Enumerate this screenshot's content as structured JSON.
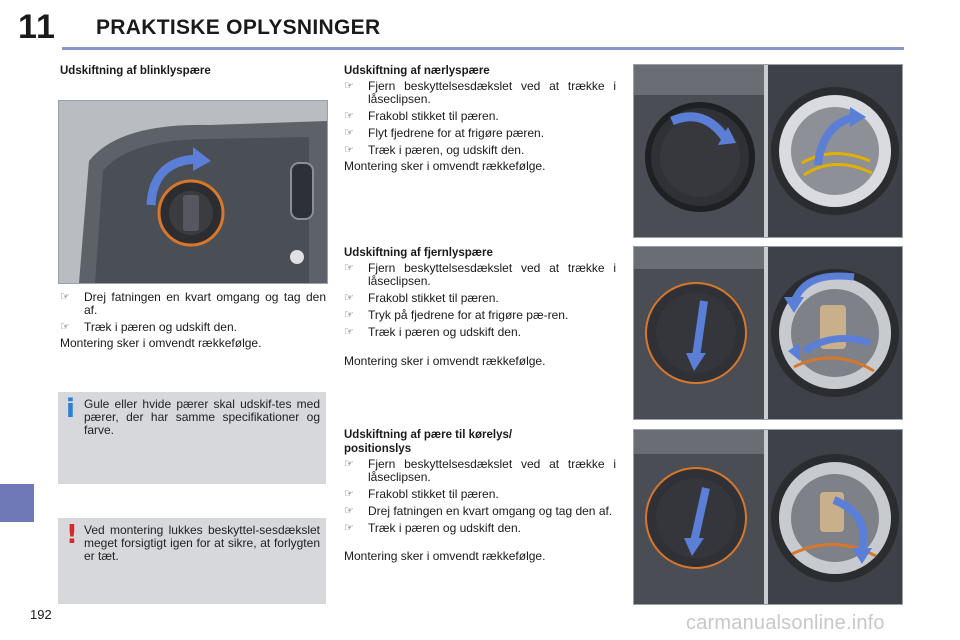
{
  "header": {
    "chapter_number": "11",
    "chapter_title": "PRAKTISKE OPLYSNINGER"
  },
  "page_number": "192",
  "watermark": "carmanualsonline.info",
  "colors": {
    "accent": "#6f79b8",
    "header_rule": "#8a96c8",
    "note_bg": "#d7d8dc",
    "info_icon": "#2c7fd1",
    "warning_icon": "#d62828",
    "arrow_blue": "#5b7fd6",
    "socket_ring": "#d8772b"
  },
  "bullet_icon": "finger-pointer-icon",
  "sections": {
    "blinklys": {
      "title": "Udskiftning af blinklyspære",
      "steps": [
        "Drej fatningen en kvart omgang og tag den af.",
        "Træk i pæren og udskift den."
      ],
      "closing": "Montering sker i omvendt rækkefølge."
    },
    "naerlys": {
      "title": "Udskiftning af nærlyspære",
      "steps": [
        "Fjern beskyttelsesdækslet ved at trække i låseclipsen.",
        "Frakobl stikket til pæren.",
        "Flyt fjedrene for at frigøre pæren.",
        "Træk i pæren, og udskift den."
      ],
      "closing": "Montering sker i omvendt rækkefølge."
    },
    "fjernlys": {
      "title": "Udskiftning af fjernlyspære",
      "steps": [
        "Fjern beskyttelsesdækslet ved at trække i låseclipsen.",
        "Frakobl stikket til pæren.",
        "Tryk på fjedrene for at frigøre pæ-ren.",
        "Træk i pæren og udskift den."
      ],
      "closing": "Montering sker i omvendt rækkefølge."
    },
    "koerelys": {
      "title_line1": "Udskiftning af pære til kørelys/",
      "title_line2": "positionslys",
      "steps": [
        "Fjern beskyttelsesdækslet ved at trække i låseclipsen.",
        "Frakobl stikket til pæren.",
        "Drej fatningen en kvart omgang og tag den af.",
        "Træk i pæren og udskift den."
      ],
      "closing": "Montering sker i omvendt rækkefølge."
    }
  },
  "notes": {
    "info": {
      "icon": "info-icon",
      "symbol": "i",
      "text": "Gule eller hvide pærer skal udskif-tes med pærer, der har samme specifikationer og farve."
    },
    "warning": {
      "icon": "warning-icon",
      "symbol": "!",
      "text": "Ved montering lukkes beskyttel-sesdækslet meget forsigtigt igen for at sikre, at forlygten er tæt."
    }
  }
}
